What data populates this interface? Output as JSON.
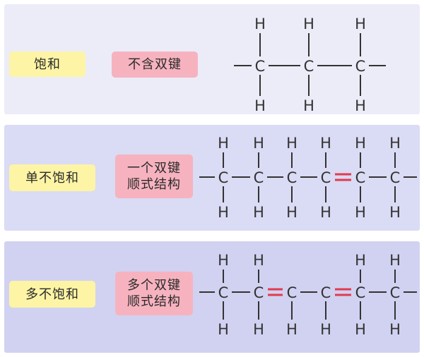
{
  "rows": [
    {
      "category": "饱和",
      "description": [
        "不含双键"
      ],
      "carbons": 3,
      "double_bonds_after": [],
      "missing_h": [],
      "colors": {
        "panel": "#ececf9",
        "category_bg": "#fdf4a6",
        "description_bg": "#f6b3bf"
      }
    },
    {
      "category": "单不饱和",
      "description": [
        "一个双键",
        "顺式结构"
      ],
      "carbons": 6,
      "double_bonds_after": [
        3
      ],
      "missing_h": [],
      "colors": {
        "panel": "#dadbf4",
        "category_bg": "#fdf4a6",
        "description_bg": "#f6b3bf"
      }
    },
    {
      "category": "多不饱和",
      "description": [
        "多个双键",
        "顺式结构"
      ],
      "carbons": 6,
      "double_bonds_after": [
        1,
        3
      ],
      "missing_h": [
        [
          2,
          "top"
        ],
        [
          3,
          "top"
        ]
      ],
      "colors": {
        "panel": "#d1d2f1",
        "category_bg": "#fdf4a6",
        "description_bg": "#f6b3bf"
      }
    }
  ],
  "atoms": {
    "carbon": "C",
    "hydrogen": "H"
  },
  "colors": {
    "double_bond": "#e23a4f",
    "text": "#333333"
  }
}
